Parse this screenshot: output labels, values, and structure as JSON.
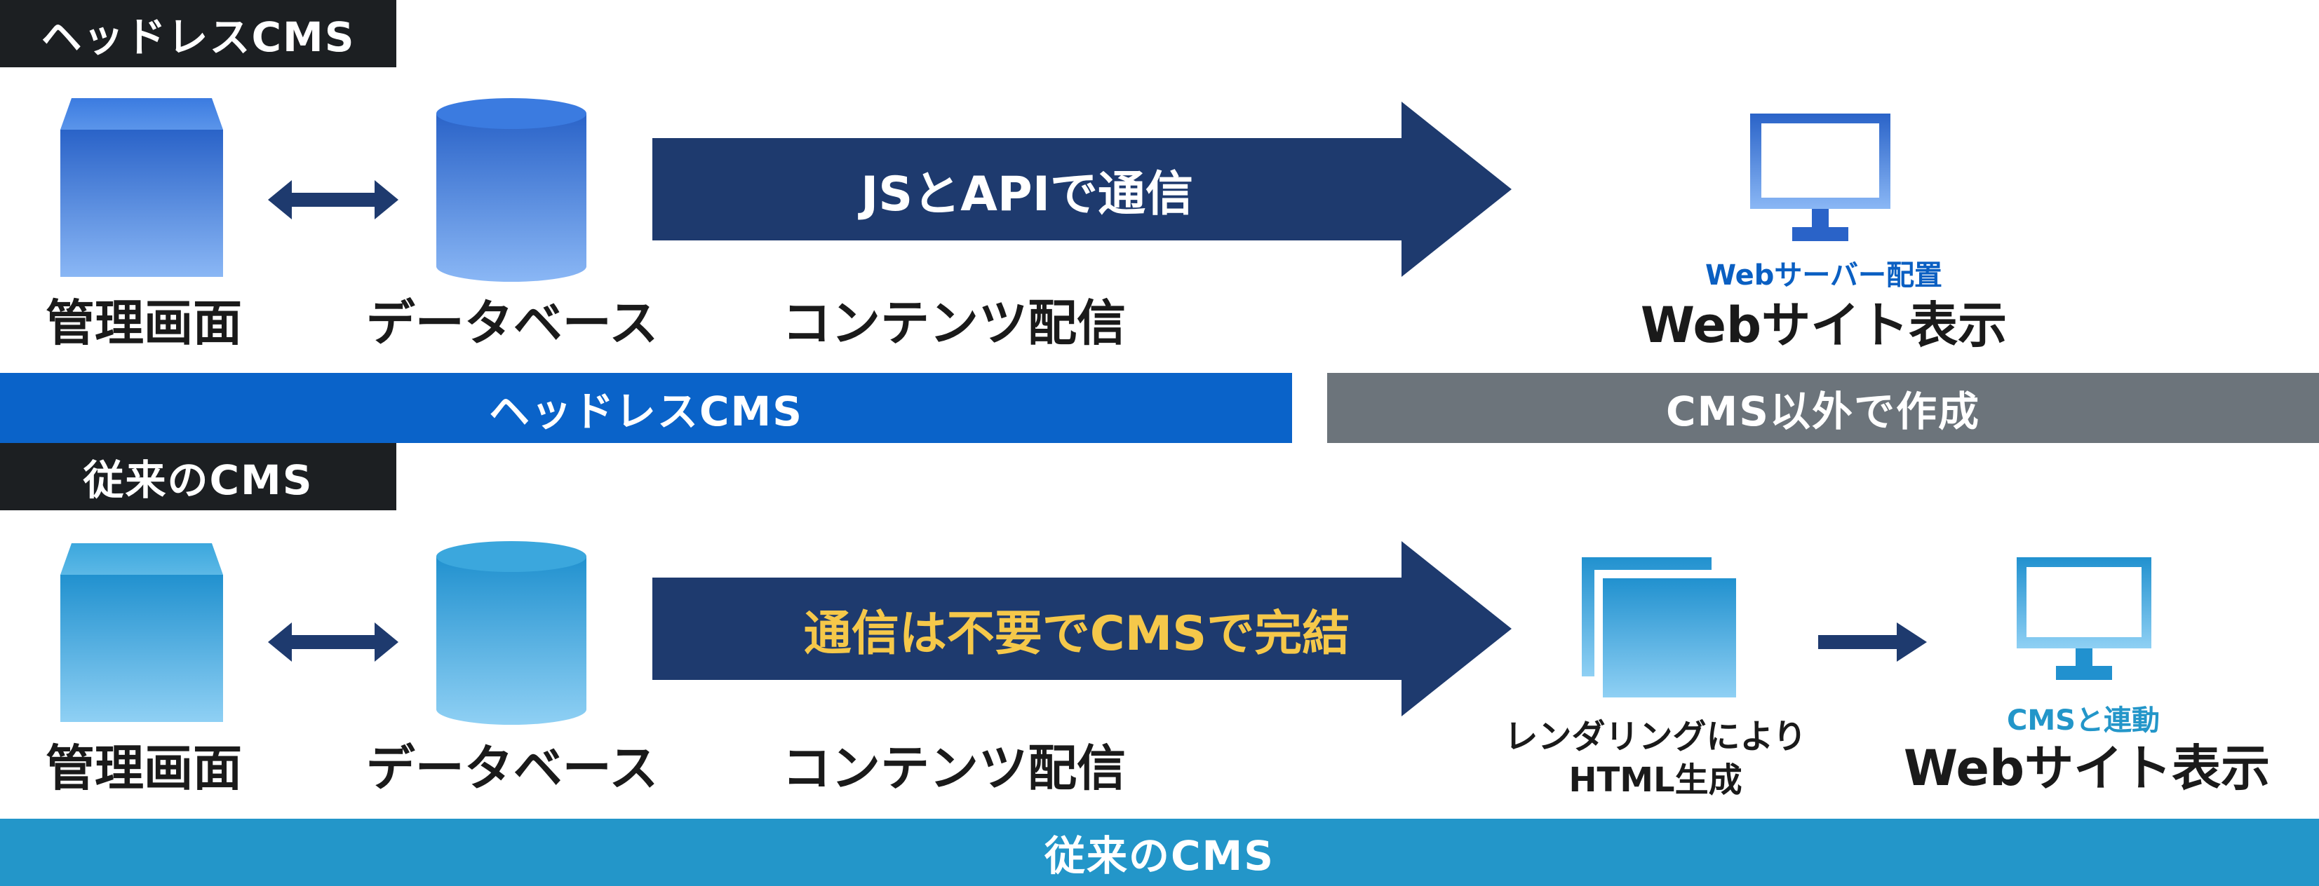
{
  "colors": {
    "dark_blue": "#1e3a6e",
    "headless_blue": "#0a63c9",
    "gray": "#6c747b",
    "traditional_blue": "#2396c9",
    "yellow": "#f5c84a",
    "tab_black": "#1c1f22"
  },
  "headless": {
    "tab": "ヘッドレスCMS",
    "admin": "管理画面",
    "database": "データベース",
    "arrow_text": "JSとAPIで通信",
    "delivery": "コンテンツ配信",
    "server_note": "Webサーバー配置",
    "website": "Webサイト表示",
    "bar_left": "ヘッドレスCMS",
    "bar_right": "CMS以外で作成"
  },
  "traditional": {
    "tab": "従来のCMS",
    "admin": "管理画面",
    "database": "データベース",
    "arrow_text": "通信は不要でCMSで完結",
    "delivery": "コンテンツ配信",
    "render_line1": "レンダリングにより",
    "render_line2": "HTML生成",
    "link_note": "CMSと連動",
    "website": "Webサイト表示",
    "bar": "従来のCMS"
  },
  "icons": [
    "box-icon",
    "double-arrow-icon",
    "database-icon",
    "monitor-icon",
    "pages-icon",
    "right-arrow-icon"
  ]
}
